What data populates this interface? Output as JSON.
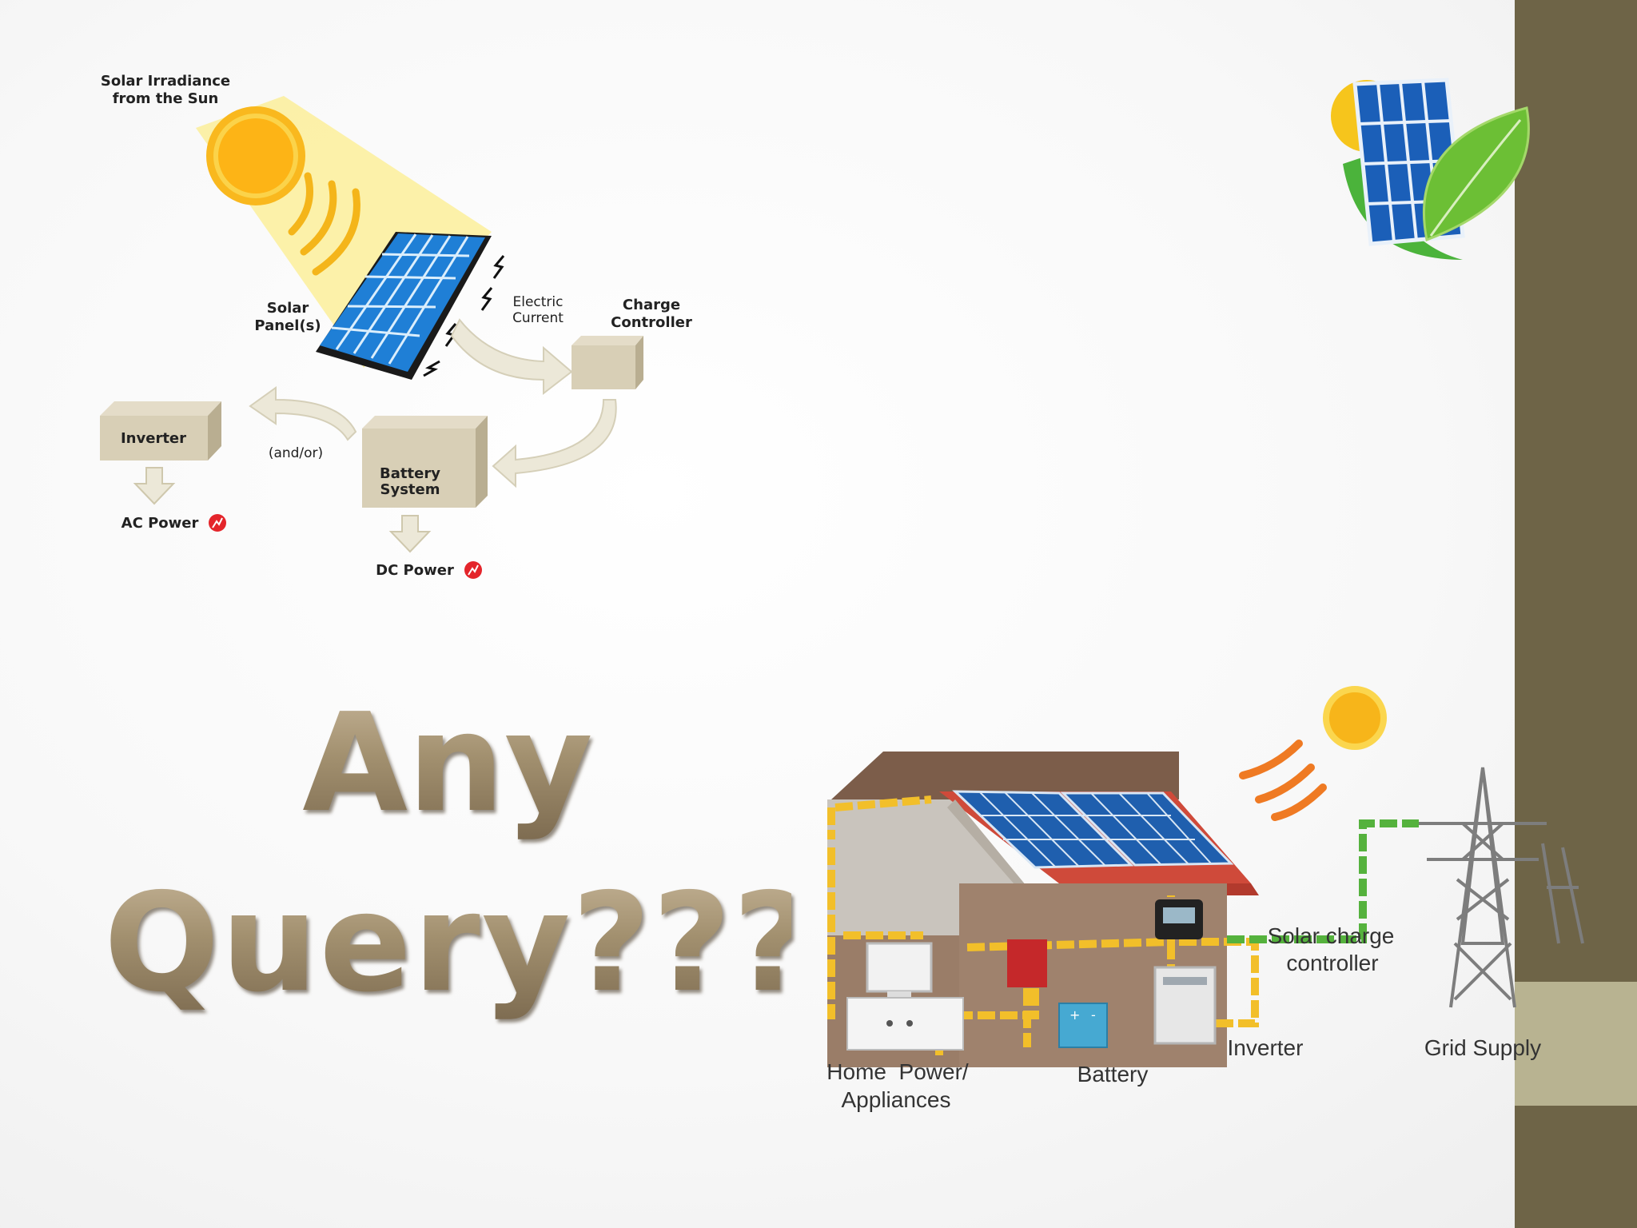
{
  "slide": {
    "title_line_1": "Any",
    "title_line_2": "Query???",
    "colors": {
      "sidebar": "#6e6447",
      "sidebar_accent": "#b8b391",
      "title": "#9a8768"
    }
  },
  "top_diagram": {
    "sun_label_line_1": "Solar Irradiance",
    "sun_label_line_2": "from the Sun",
    "panel_label_line_1": "Solar",
    "panel_label_line_2": "Panel(s)",
    "current_label_line_1": "Electric",
    "current_label_line_2": "Current",
    "controller_label_line_1": "Charge",
    "controller_label_line_2": "Controller",
    "inverter_label": "Inverter",
    "andor_label": "(and/or)",
    "battery_label_line_1": "Battery",
    "battery_label_line_2": "System",
    "ac_label": "AC Power",
    "dc_label": "DC Power"
  },
  "bottom_diagram": {
    "controller_label_line_1": "Solar charge",
    "controller_label_line_2": "controller",
    "inverter_label": "Inverter",
    "grid_label": "Grid Supply",
    "battery_label": "Battery",
    "home_label_line_1": "Home  Power/",
    "home_label_line_2": "Appliances"
  }
}
